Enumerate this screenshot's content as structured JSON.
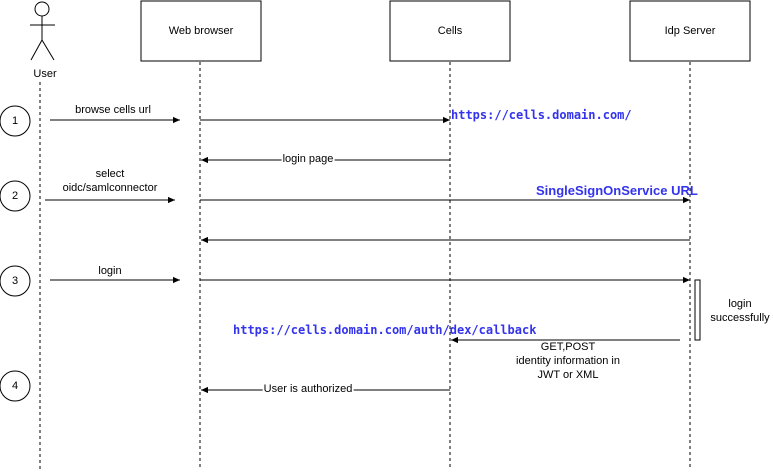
{
  "actor": {
    "label": "User"
  },
  "participants": [
    {
      "id": "browser",
      "label": "Web browser"
    },
    {
      "id": "cells",
      "label": "Cells"
    },
    {
      "id": "idp",
      "label": "Idp Server"
    }
  ],
  "steps": [
    "1",
    "2",
    "3",
    "4"
  ],
  "messages": {
    "browse": "browse cells url",
    "login_page": "login page",
    "select_line1": "select",
    "select_line2": "oidc/samlconnector",
    "login": "login",
    "login_success_line1": "login",
    "login_success_line2": "successfully",
    "get_post_line1": "GET,POST",
    "get_post_line2": "identity information in",
    "get_post_line3": "JWT or XML",
    "authorized": "User is authorized"
  },
  "urls": {
    "cells_url": "https://cells.domain.com/",
    "sso_url": "SingleSignOnService URL",
    "callback_url": "https://cells.domain.com/auth/dex/callback"
  },
  "colors": {
    "url": "#3333ee",
    "line": "#000000"
  }
}
